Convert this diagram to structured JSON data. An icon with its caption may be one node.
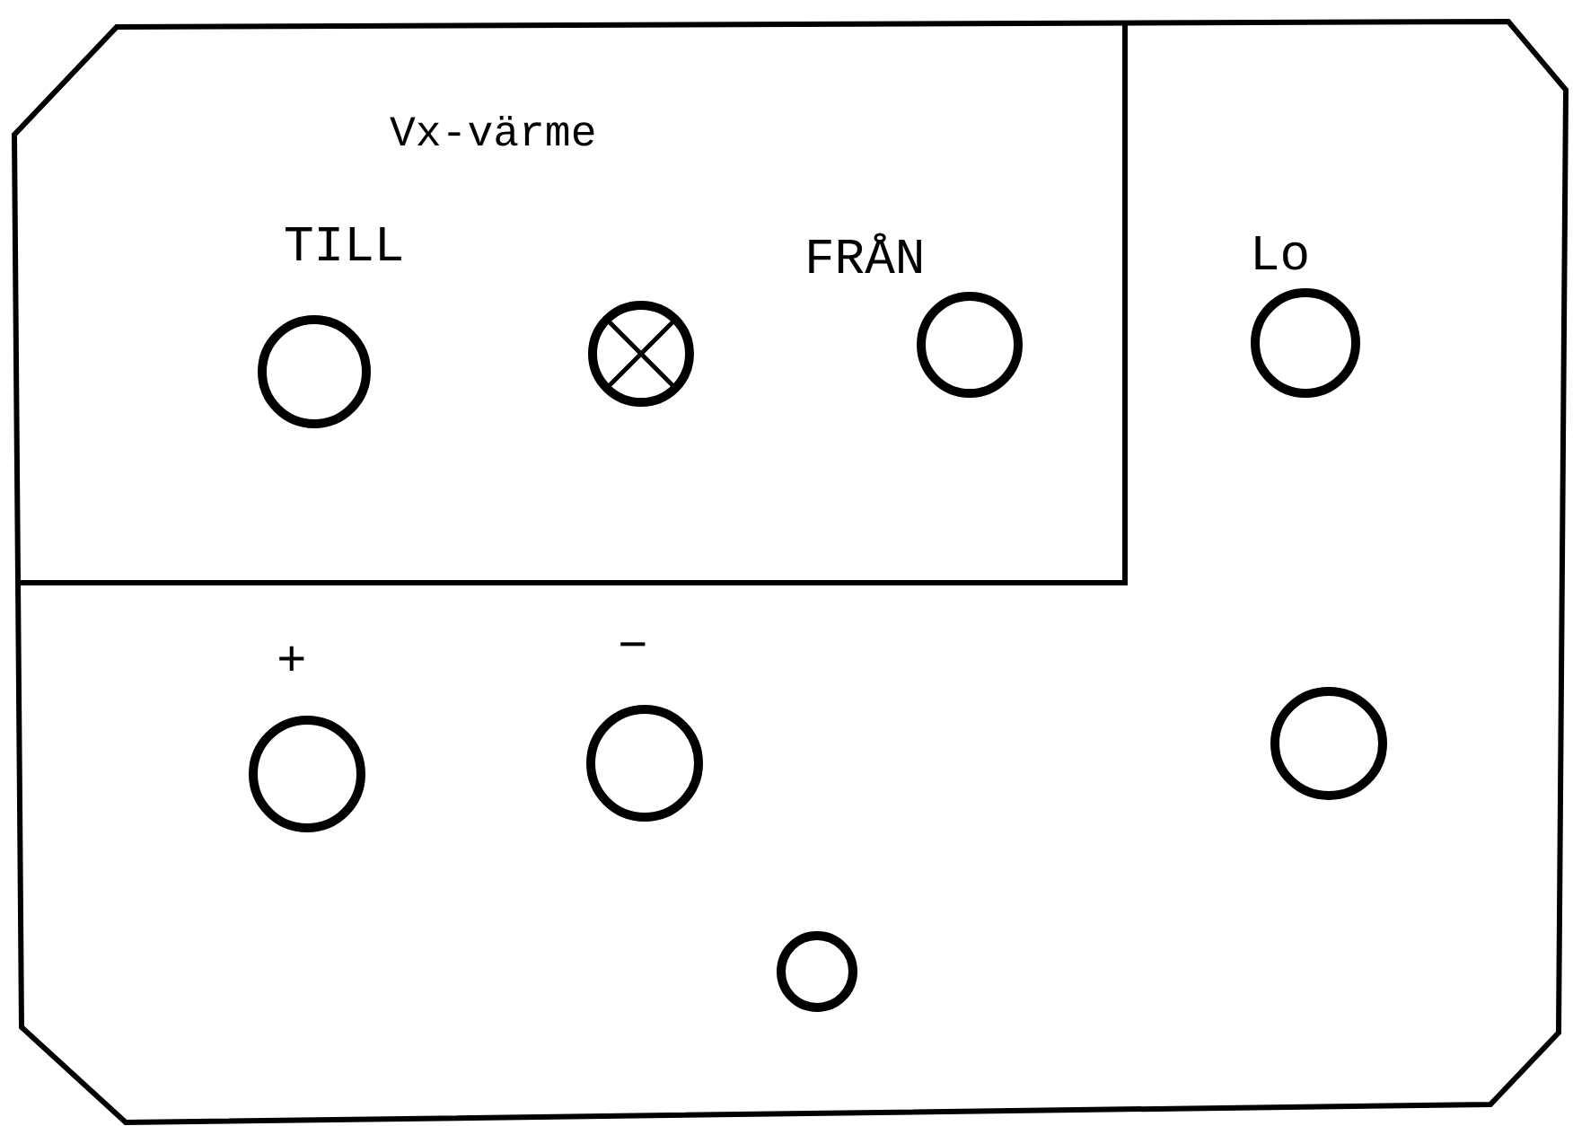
{
  "diagram": {
    "nodes": [
      {
        "text": [],
        "shape": "box"
      },
      {
        "text": [
          "Vx-värme"
        ],
        "in": 0
      },
      {
        "text": [],
        "shape": "circle",
        "beside": [
          "TILL"
        ],
        "in": 1
      },
      {
        "text": [],
        "shape": "lamp",
        "in": 1
      },
      {
        "text": [],
        "shape": "circle",
        "beside": [
          "FRÅN"
        ],
        "in": 1
      },
      {
        "text": [],
        "shape": "circle",
        "beside": [
          "Lo"
        ],
        "in": 0
      },
      {
        "text": [],
        "shape": "circle",
        "beside": [
          "+"
        ],
        "in": 0
      },
      {
        "text": [],
        "shape": "circle",
        "beside": [
          "−"
        ],
        "in": 0
      },
      {
        "text": [],
        "shape": "circle",
        "in": 0
      },
      {
        "text": [],
        "shape": "circle",
        "in": 0
      }
    ],
    "edges": []
  }
}
